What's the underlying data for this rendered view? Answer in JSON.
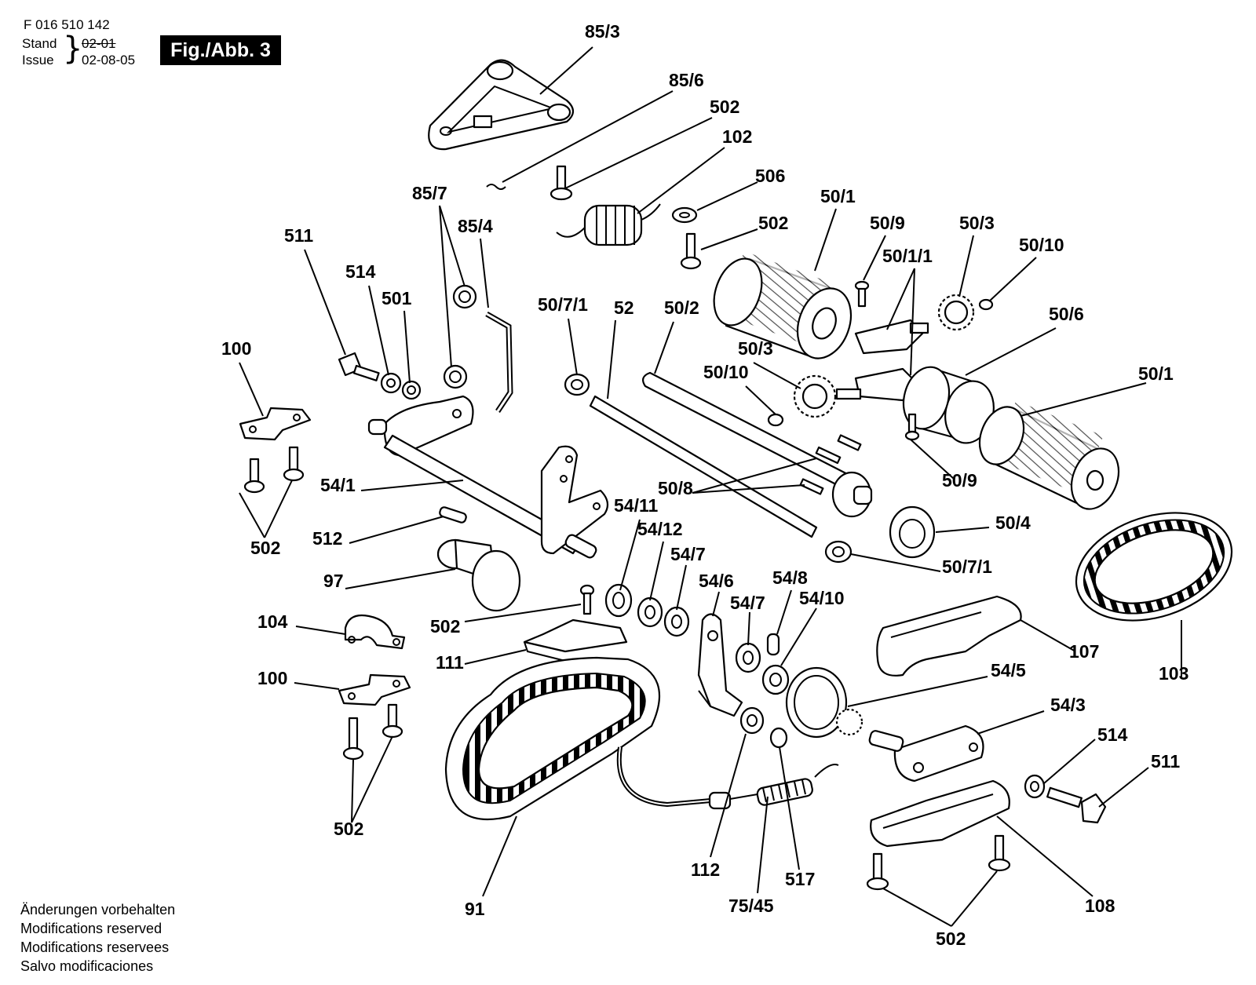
{
  "header": {
    "doc_number": "F 016 510 142",
    "stand_label": "Stand",
    "issue_label": "Issue",
    "old_date": "02-01",
    "issue_date": "02-08-05",
    "figure_label": "Fig./Abb. 3"
  },
  "footer": {
    "lines": [
      "Änderungen vorbehalten",
      "Modifications reserved",
      "Modifications reservees",
      "Salvo modificaciones"
    ]
  },
  "callouts": [
    "85/3",
    "85/6",
    "502",
    "102",
    "506",
    "502",
    "50/1",
    "50/9",
    "50/3",
    "50/1/1",
    "50/10",
    "85/7",
    "85/4",
    "511",
    "514",
    "501",
    "100",
    "50/7/1",
    "52",
    "50/2",
    "50/3",
    "50/10",
    "50/6",
    "50/1",
    "50/9",
    "54/1",
    "50/8",
    "54/11",
    "54/12",
    "512",
    "502",
    "50/4",
    "50/7/1",
    "97",
    "54/7",
    "54/6",
    "54/7",
    "54/8",
    "54/10",
    "104",
    "502",
    "111",
    "107",
    "103",
    "100",
    "54/5",
    "54/3",
    "514",
    "511",
    "502",
    "112",
    "75/45",
    "517",
    "91",
    "502",
    "108"
  ]
}
